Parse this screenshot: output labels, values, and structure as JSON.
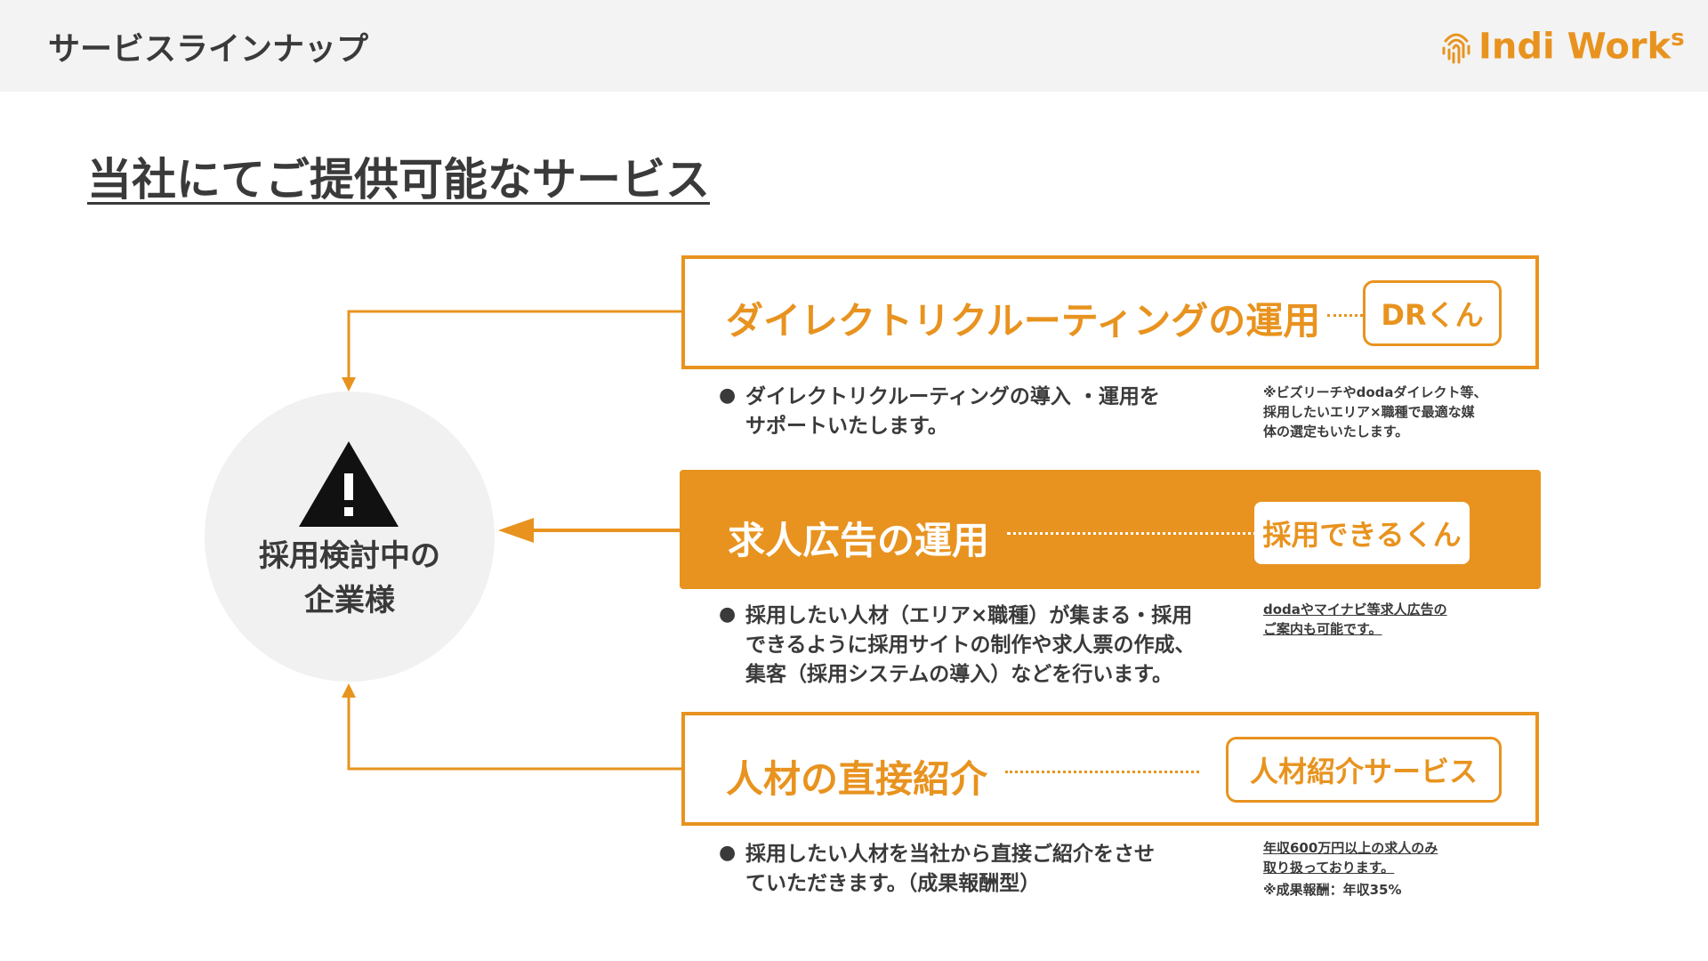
{
  "header": {
    "title": "サービスラインナップ",
    "logo_text": "Indi Work",
    "logo_suffix": "s",
    "brand_color": "#e8931f"
  },
  "section_title": "当社にてご提供可能なサービス",
  "client": {
    "icon": "warning-triangle-icon",
    "line1": "採用検討中の",
    "line2": "企業様"
  },
  "services": [
    {
      "name": "ダイレクトリクルーティングの運用",
      "badge": "DRくん",
      "bullet_line1": "ダイレクトリクルーティングの導入 ・運用を",
      "bullet_line2": "サポートいたします。",
      "notes": [
        "※ビズリーチやdodaダイレクト等、",
        "採用したいエリア×職種で最適な媒",
        "体の選定もいたします。"
      ]
    },
    {
      "name": "求人広告の運用",
      "badge": "採用できるくん",
      "bullet_line1": "採用したい人材（エリア×職種）が集まる・採用",
      "bullet_line2": "できるように採用サイトの制作や求人票の作成、",
      "bullet_line3": "集客（採用システムの導入）などを行います。",
      "notes": [
        "dodaやマイナビ等求人広告の",
        "ご案内も可能です。"
      ]
    },
    {
      "name": "人材の直接紹介",
      "badge": "人材紹介サービス",
      "bullet_line1": "採用したい人材を当社から直接ご紹介をさせ",
      "bullet_line2": "ていただきます。（成果報酬型）",
      "notes": [
        "年収600万円以上の求人のみ",
        "取り扱っております。",
        "※成果報酬：年収35%"
      ]
    }
  ]
}
